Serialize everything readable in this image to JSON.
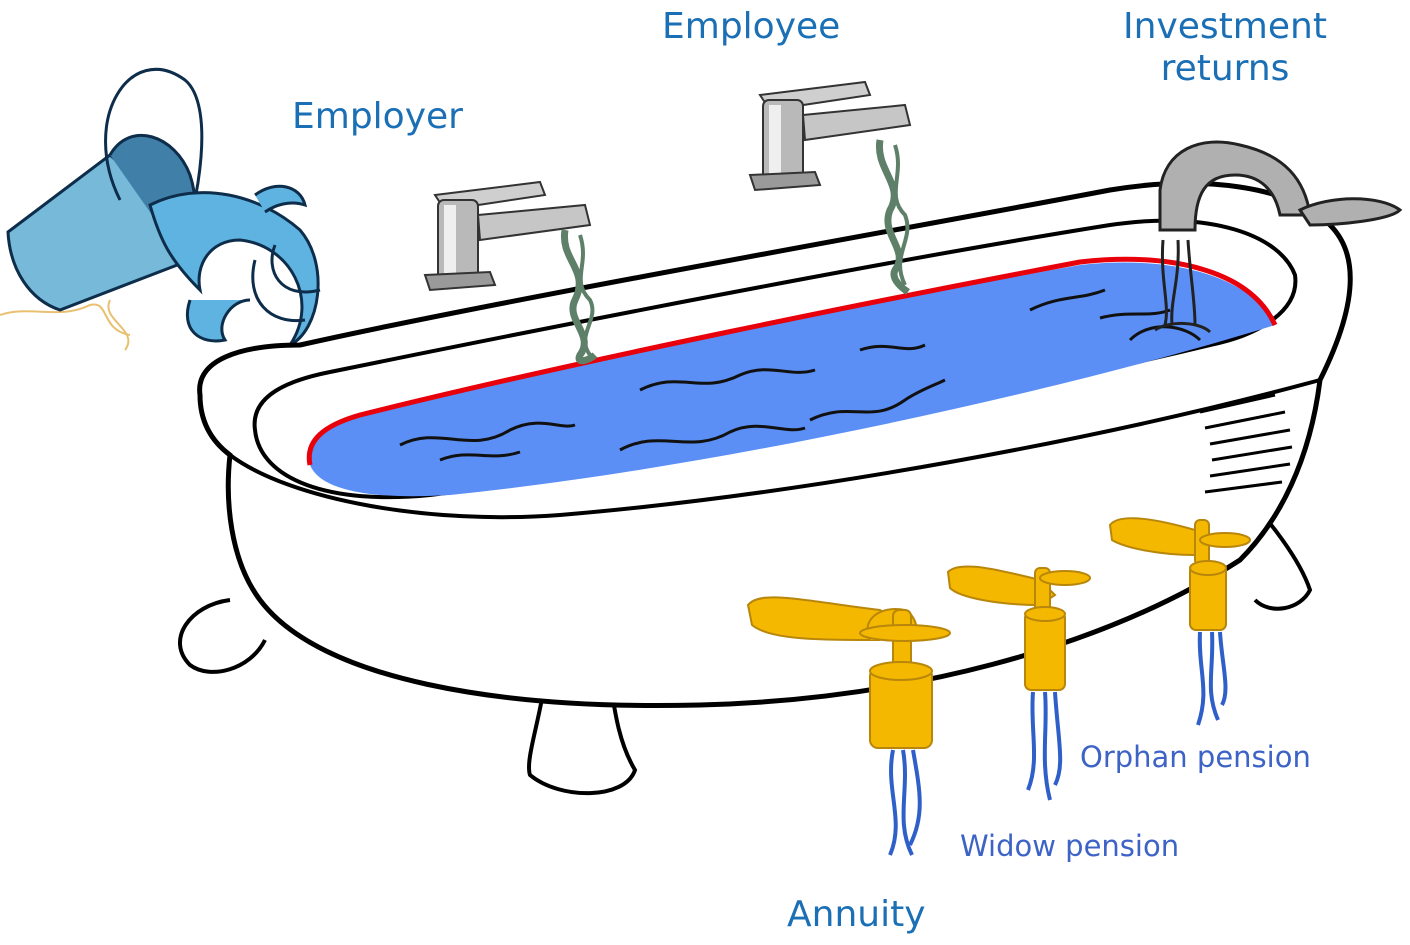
{
  "colors": {
    "inflow_label": "#1a6fb5",
    "outflow_label": "#3d63c7",
    "water": "#5b8ff5",
    "water_level_line": "#e8000b",
    "outflow_tap": "#f5b800",
    "outflow_stream": "#2f5fc9",
    "inflow_stream": "#5e8068",
    "tap_metal": "#a8a8a8",
    "bucket": "#76b9d9",
    "outline": "#000000"
  },
  "inflows": {
    "employer": "Employer",
    "employee": "Employee",
    "investment_returns_line1": "Investment",
    "investment_returns_line2": "returns"
  },
  "outflows": {
    "annuity": "Annuity",
    "widow_pension": "Widow pension",
    "orphan_pension": "Orphan pension"
  },
  "icons": {
    "bucket": "pouring-bucket-icon",
    "employer_tap": "chrome-faucet-icon",
    "employee_tap": "chrome-faucet-icon",
    "returns_tap": "bath-spout-icon",
    "outflow_taps": "yellow-tap-icon"
  }
}
